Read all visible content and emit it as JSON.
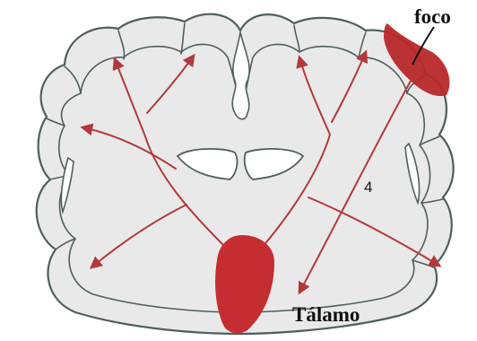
{
  "labels": {
    "focus": "foco",
    "thalamus": "Tálamo",
    "pathway_number": "4"
  },
  "colors": {
    "background": "#ffffff",
    "brain_fill": "#e9e9e9",
    "brain_outline": "#4f5f5d",
    "ventricle_fill": "#ffffff",
    "arrow": "#b4383a",
    "thalamus_fill": "#c42e30",
    "focus_fill": "#b8282a",
    "text": "#111111"
  },
  "icons": {
    "thalamus": "thalamus-shape",
    "focus": "seizure-focus-blob",
    "arrows": "thalamocortical-projection-arrows"
  }
}
